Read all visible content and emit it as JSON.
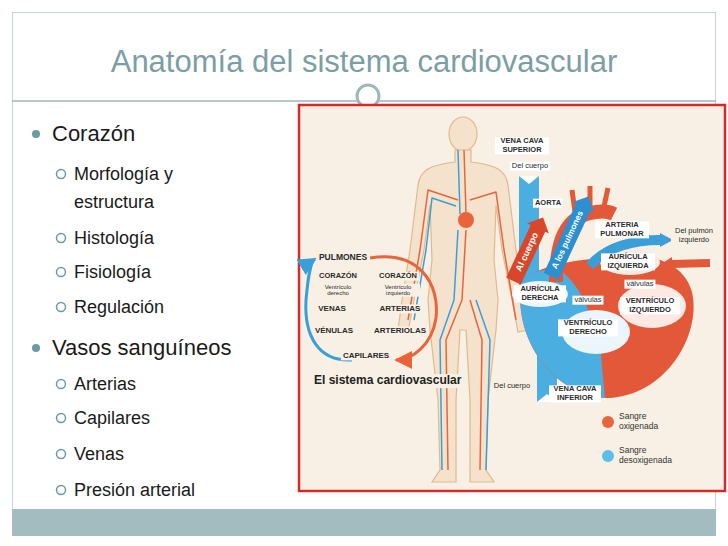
{
  "diagram": {
    "title": "Anatomía del sistema cardiovascular",
    "caption": "El sistema cardiovascular",
    "labels": [
      "Corazón",
      "Morfología y estructura",
      "Histología",
      "Fisiología",
      "Regulación",
      "Vasos sanguíneos",
      "Arterias",
      "Capilares",
      "Venas",
      "Presión arterial",
      "PULMONES",
      "CORAZÓN",
      "Ventrículo derecho",
      "CORAZÓN",
      "Ventrículo izquierdo",
      "VENAS",
      "ARTERIAS",
      "VÉNULAS",
      "ARTERIOLAS",
      "CAPILARES",
      "VENA CAVA SUPERIOR",
      "Del cuerpo",
      "AORTA",
      "Al cuerpo",
      "A los pulmones",
      "ARTERIA PULMONAR",
      "Del pulmón izquierdo",
      "AURÍCULA IZQUIERDA",
      "AURÍCULA DERECHA",
      "válvulas",
      "válvulas",
      "VENTRÍCULO IZQUIERDO",
      "VENTRÍCULO DERECHO",
      "Del cuerpo",
      "VENA CAVA INFERIOR"
    ],
    "legend": [
      {
        "text": "Sangre oxigenada",
        "color": "#e8653c"
      },
      {
        "text": "Sangre desoxigenada",
        "color": "#5bbfe8"
      }
    ]
  }
}
